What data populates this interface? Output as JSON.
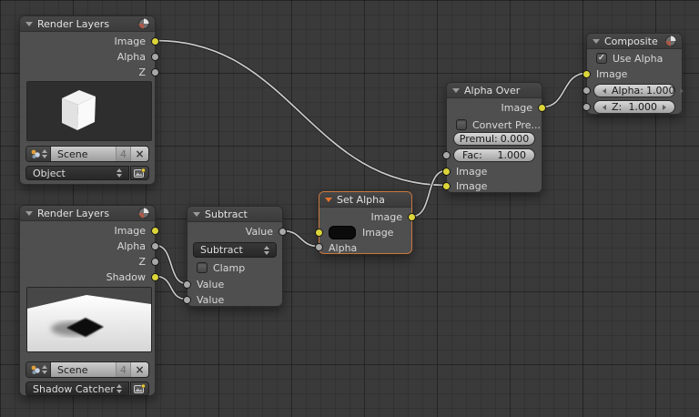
{
  "nodes": {
    "rl_top": {
      "title": "Render Layers",
      "outputs": [
        "Image",
        "Alpha",
        "Z"
      ],
      "scene_name": "Scene",
      "scene_count": "4",
      "layer_name": "Object"
    },
    "rl_bottom": {
      "title": "Render Layers",
      "outputs": [
        "Image",
        "Alpha",
        "Z",
        "Shadow"
      ],
      "scene_name": "Scene",
      "scene_count": "4",
      "layer_name": "Shadow Catcher"
    },
    "subtract": {
      "title": "Subtract",
      "output_label": "Value",
      "operation": "Subtract",
      "clamp_label": "Clamp",
      "clamp_checked": false,
      "inputs": [
        "Value",
        "Value"
      ]
    },
    "set_alpha": {
      "title": "Set Alpha",
      "output_label": "Image",
      "image_label": "Image",
      "alpha_label": "Alpha",
      "selected": true
    },
    "alpha_over": {
      "title": "Alpha Over",
      "output_label": "Image",
      "convert_label": "Convert Pre...",
      "convert_checked": false,
      "premul_label": "Premul:",
      "premul_value": "0.000",
      "fac_label": "Fac:",
      "fac_value": "1.000",
      "inputs": [
        "Image",
        "Image"
      ]
    },
    "composite": {
      "title": "Composite",
      "use_alpha_label": "Use Alpha",
      "use_alpha_checked": true,
      "image_label": "Image",
      "alpha_label": "Alpha:",
      "alpha_value": "1.000",
      "z_label": "Z:",
      "z_value": "1.000"
    }
  },
  "glyphs": {
    "check": "✓",
    "close": "×"
  },
  "colors": {
    "socket_yellow": "#dcd53a",
    "socket_gray": "#a8a8a8",
    "selection_orange": "#c9763f",
    "wire": "#c9c9c9",
    "canvas_bg": "#3a3a3a"
  }
}
